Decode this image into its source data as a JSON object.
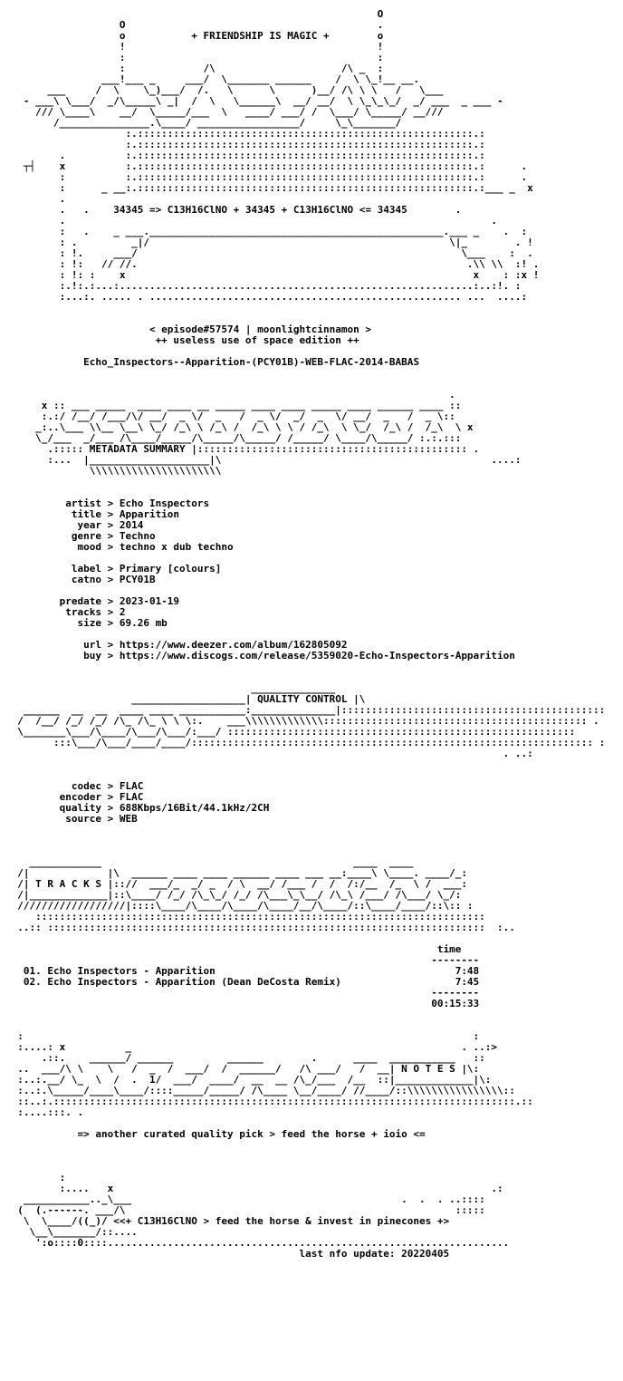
{
  "document": {
    "filename_line": "Echo_Inspectors--Apparition-(PCY01B)-WEB-FLAC-2014-BABAS",
    "lines": [
      "                                                              O",
      "                   O                                          .",
      "                   o           + FRIENDSHIP IS MAGIC +        o",
      "                   !                                          !",
      "                   :                                          :",
      "                   :             /\\                     /\\ _  :",
      "                ___!___ _     ___/  \\_______ ______    /  \\ \\_!__ __.",
      "       ___     /  \\    \\_)___/  /.   \\      \\      )__/ /\\ \\ \\   /   \\___",
      "   - ___\\ \\___/  _/\\_____\\ _|  /  \\   \\______\\  __/ __/  \\ \\_\\_\\_/  _/ ___  _ ___ -",
      "     /// \\____\\    __/  \\_____/___  \\   ____/ ___/ /  \\___/ \\_____/ __///",
      "        /_______________.\\____/ _________________/     \\_\\_______/",
      "                    :.::::::::::::::::::::::::::::::::::::::::::::::::::::::::.:",
      "                    :.::::::::::::::::::::::::::::::::::::::::::::::::::::::::.:",
      "         .          :.::::::::::::::::::::::::::::::::::::::::::::::::::::::::.:",
      "   ┬┤    x          :.::::::::::::::::::::::::::::::::::::::::::::::::::::::::.:      .",
      "         :          :.::::::::::::::::::::::::::::::::::::::::::::::::::::::::.:      .",
      "         :      _ __:.::::::::::::::::::::::::::::::::::::::::::::::::::::::::.:___ _  x",
      "         .",
      "         .   .    34345 => C13H16ClNO + 34345 + C13H16ClNO <= 34345        .",
      "         .                                                                       .",
      "         :   .    _ ___._________________________________________________.___ _    .  :",
      "         : .         _|/                                                  \\|_        . !",
      "         : !.     ___/                                                      \\___    :  .",
      "         : !:   // //.                                                       .\\\\ \\\\  :! .",
      "         : !: :    x                                                          x    : :x !",
      "         :.!:.:...:...........................................................:..:!. :",
      "         :...:. ..... . .................................................... ...  ....:",
      "",
      "",
      "                        < episode#57574 | moonlightcinnamon >",
      "                         ++ useless use of space edition ++",
      "",
      "             Echo_Inspectors--Apparition-(PCY01B)-WEB-FLAC-2014-BABAS",
      "",
      "",
      "                                                                          .",
      "      x :: ___ _____  ____ ____ __ _____ ____ ____ _____ ____ ______ ____ :: ",
      "      :.:/ /__/ /___/\\/ __/  _ \\/  _   /  _ \\/  _/  _  \\/ __/  _   /  _ \\::",
      "     _:..\\___ \\\\__ \\__\\ \\_/ /_\\ \\ /_\\ /  /_\\ \\ \\ / /_\\  \\ \\_/  /_\\ /  /_\\  \\ x",
      "     \\_/___  _/___ /\\____/_____/\\_____/\\_____/ /_____/ \\____/\\_____/ :.:.:::",
      "       .::::: METADATA SUMMARY |::::::::::::::::::::::::::::::::::::::::::::: .",
      "       :...  |____________________|\\                                             ....:",
      "              \\\\\\\\\\\\\\\\\\\\\\\\\\\\\\\\\\\\\\\\\\\\",
      "",
      "",
      "          artist > Echo Inspectors",
      "           title > Apparition",
      "            year > 2014",
      "           genre > Techno",
      "            mood > techno x dub techno",
      "",
      "           label > Primary [colours]",
      "           catno > PCY01B",
      "",
      "         predate > 2023-01-19",
      "          tracks > 2",
      "            size > 69.26 mb",
      "",
      "             url > https://www.deezer.com/album/162805092",
      "             buy > https://www.discogs.com/release/5359020-Echo-Inspectors-Apparition",
      "",
      "",
      "                                         ______________",
      "                     ___________________| QUALITY CONTROL |\\",
      "   ______  __  __  ____ ____ ___________:______________|::::::::::::::::::::::::::::::::::::::::::::",
      "  /  /__/ /_/ /_/ /\\_ /\\_ \\ \\ \\:.    ___\\\\\\\\\\\\\\\\\\\\\\\\\\:::::::::::::::::::::::::::::::::::::::::::: .",
      "  \\_______\\___/\\____/\\___/\\___/:___/ :::::::::::::::::::::::::::::::::::::::::::::::::::::::::: ",
      "        :::\\___/\\___/____/____/::::::::::::::::::::::::::::::::::::::::::::::::::::::::::::::::::: :",
      "                                                                                   . ..:",
      "",
      "",
      "           codec > FLAC",
      "         encoder > FLAC",
      "         quality > 688Kbps/16Bit/44.1kHz/2CH",
      "          source > WEB",
      "",
      "",
      "",
      "    ____________                                          ____  ____",
      "  /|             |\\  ______ ____ ____ ______ ____ ___ __:____\\ \\____. ____/_:",
      "  /| T R A C K S |:://  ___/_  _/ _  / \\  __/ /___ /  /  /:/__  /_  \\ /  ___:",
      "  /|_____________|::\\____/ /_/ /\\_\\_/ /_/ /\\___\\_\\__/ /\\_\\ /___/ /\\___/ \\_/:",
      "  //////////////////|::::\\____/\\____/\\____/\\____/__/\\____/::\\____/____/::\\:: :",
      "     :::::::::::::::::::::::::::::::::::::::::::::::::::::::::::::::::::::::::::",
      "  ..:: :::::::::::::::::::::::::::::::::::::::::::::::::::::::::::::::::::::::::  :..",
      "",
      "                                                                        time",
      "                                                                       --------",
      "   01. Echo Inspectors - Apparition                                        7:48",
      "   02. Echo Inspectors - Apparition (Dean DeCosta Remix)                   7:45",
      "                                                                       --------",
      "                                                                       00:15:33",
      "",
      "",
      "  :                                                                           :",
      "  :....: x          _                                                       . ..:>",
      "      .::.    ______/ ______         ______        .      ____  ___________   ::",
      "  ..  ___/\\ \\    \\   /  _  /  ___/  /  ______/   /\\ ___/   /  __| N O T E S |\\:",
      "  :..:.__/ \\_  \\  /  .  1/  ___/  ____/  __  __ /\\_/___  /__  ::|_____________|\\:",
      "  :..:.\\_____/____\\____/::::_____/_____/ /\\____ \\__/____/ //____/::\\\\\\\\\\\\\\\\\\\\\\\\\\\\\\\\::",
      "  ::..:.:::::::::::::::::::::::::::::::::::::::::::::::::::::::::::::::::::::::::::::.::",
      "  :....:::. .                                                                        ",
      "",
      "            => another curated quality pick > feed the horse + ioio <=",
      "",
      "",
      "",
      "         :",
      "         :....   x                                                               .:",
      "   ___________.._\\___                                             .  .  . ..::::",
      "  (  (.------. ___/\\                                                       :::::",
      "   \\  \\____/((_)/ <<+ C13H16ClNO > feed the horse & invest in pinecones +>",
      "    \\__\\_______/::....",
      "     ':o::::0::::...................................................................",
      "                                                 last nfo update: 20220405"
    ]
  }
}
